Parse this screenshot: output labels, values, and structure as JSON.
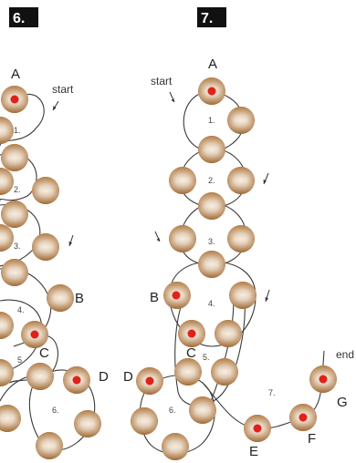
{
  "steps": [
    {
      "badge": "6.",
      "start_label": "start"
    },
    {
      "badge": "7.",
      "start_label": "start",
      "end_label": "end"
    }
  ],
  "point_labels": {
    "p6_A": "A",
    "p6_B": "B",
    "p6_C": "C",
    "p6_D": "D",
    "p7_A": "A",
    "p7_B": "B",
    "p7_C": "C",
    "p7_D": "D",
    "p7_E": "E",
    "p7_F": "F",
    "p7_G": "G"
  },
  "loop_numbers": {
    "p6": [
      "1.",
      "2.",
      "3.",
      "4.",
      "5.",
      "6."
    ],
    "p7": [
      "1.",
      "2.",
      "3.",
      "4.",
      "5.",
      "6.",
      "7."
    ]
  },
  "colors": {
    "bead_dark": "#b07a44",
    "bead_light": "#f4ebe0",
    "marker": "#e0201a",
    "badge_bg": "#111111",
    "thread": "#3a3a3a"
  }
}
